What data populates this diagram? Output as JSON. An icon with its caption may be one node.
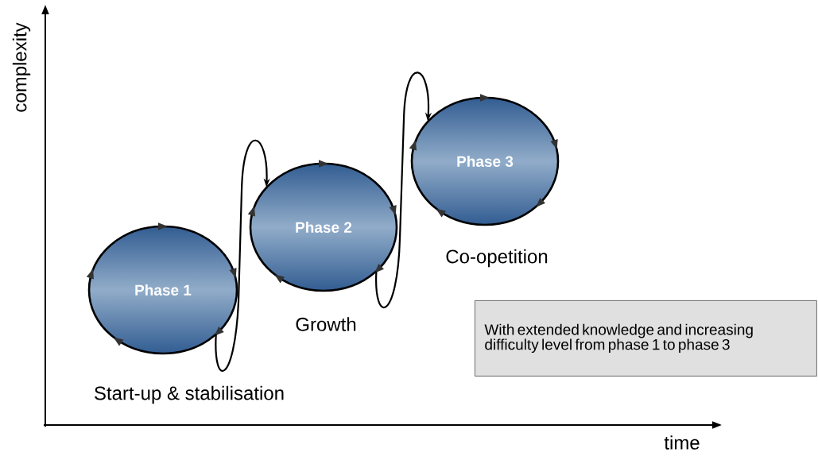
{
  "diagram": {
    "nodes": [
      {
        "text": [
          "Phase 1"
        ],
        "beside": [
          "Start-up & stabilisation"
        ]
      },
      {
        "text": [
          "Phase 2"
        ],
        "beside": [
          "Growth"
        ]
      },
      {
        "text": [
          "Phase 3"
        ],
        "beside": [
          "Co-opetition"
        ]
      },
      {
        "text": [
          "With extended knowledge and increasing difficulty level from phase 1 to phase 3"
        ]
      }
    ],
    "edges": [
      {
        "from": 0,
        "to": 1,
        "arrow": "to"
      },
      {
        "from": 1,
        "to": 2,
        "arrow": "to"
      }
    ],
    "labels": [
      "complexity",
      "time"
    ]
  }
}
